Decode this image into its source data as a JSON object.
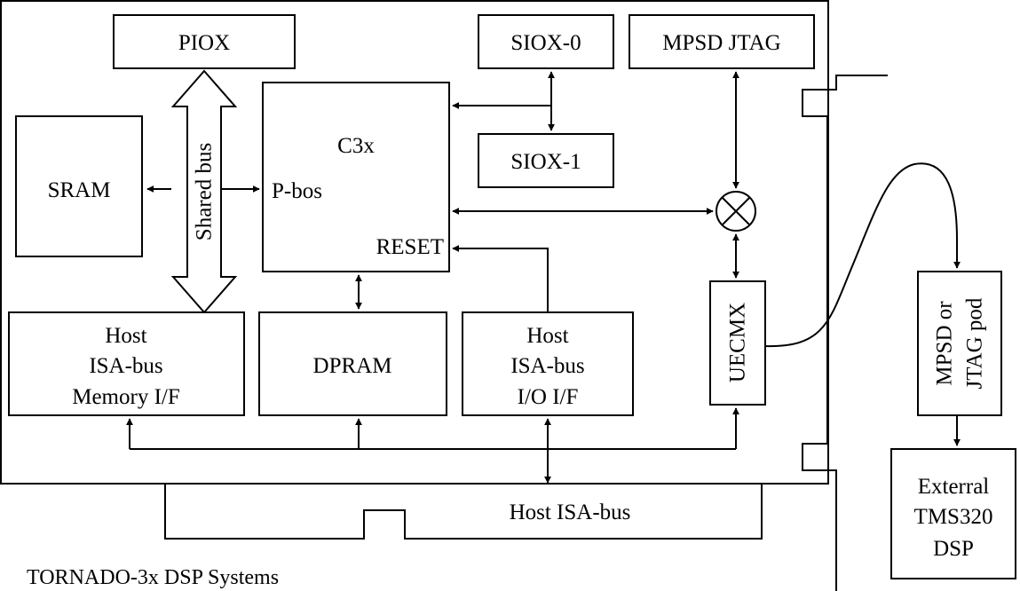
{
  "caption": "TORNADO-3x DSP Systems",
  "blocks": {
    "piox": "PIOX",
    "siox0": "SIOX-0",
    "siox1": "SIOX-1",
    "mpsd_jtag": "MPSD JTAG",
    "sram": "SRAM",
    "c3x": "C3x",
    "pbos": "P-bos",
    "reset": "RESET",
    "shared_bus": "Shared bus",
    "host_mem_1": "Host",
    "host_mem_2": "ISA-bus",
    "host_mem_3": "Memory I/F",
    "dpram": "DPRAM",
    "host_io_1": "Host",
    "host_io_2": "ISA-bus",
    "host_io_3": "I/O I/F",
    "uecmx": "UECMX",
    "pod_1": "MPSD or",
    "pod_2": "JTAG pod",
    "ext_1": "Exterral",
    "ext_2": "TMS320",
    "ext_3": "DSP",
    "host_isa_bus": "Host ISA-bus"
  },
  "colors": {
    "stroke": "#000000",
    "background": "#ffffff"
  }
}
